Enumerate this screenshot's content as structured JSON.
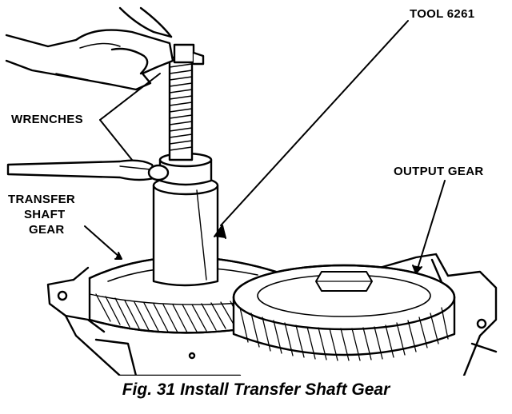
{
  "labels": {
    "tool": "TOOL 6261",
    "wrenches": "WRENCHES",
    "output_gear": "OUTPUT GEAR",
    "transfer_line1": "TRANSFER",
    "transfer_line2": "SHAFT",
    "transfer_line3": "GEAR"
  },
  "caption": "Fig. 31 Install Transfer Shaft Gear"
}
